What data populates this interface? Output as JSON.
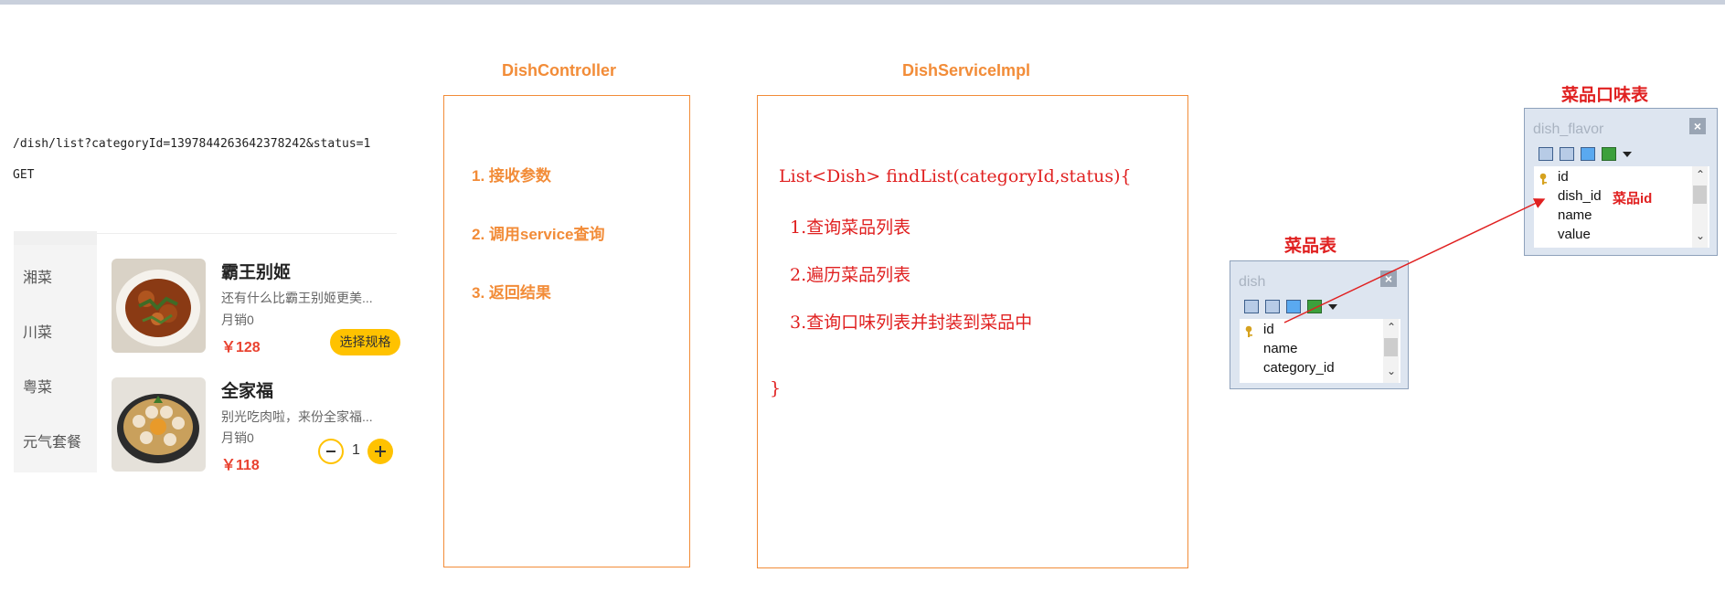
{
  "request": {
    "url": "/dish/list?categoryId=1397844263642378242&status=1",
    "method": "GET"
  },
  "menu": {
    "categories": [
      "湘菜",
      "川菜",
      "粤菜",
      "元气套餐"
    ],
    "dishes": [
      {
        "name": "霸王别姬",
        "desc": "还有什么比霸王别姬更美...",
        "sales": "月销0",
        "price": "￥128",
        "action": "选择规格"
      },
      {
        "name": "全家福",
        "desc": "别光吃肉啦，来份全家福...",
        "sales": "月销0",
        "price": "￥118",
        "quantity": "1"
      }
    ]
  },
  "controller": {
    "title": "DishController",
    "steps": [
      "1. 接收参数",
      "2. 调用service查询",
      "3. 返回结果"
    ]
  },
  "service": {
    "title": "DishServiceImpl",
    "signature": "List<Dish> findList(categoryId,status){",
    "steps": [
      "1.查询菜品列表",
      "2.遍历菜品列表",
      "3.查询口味列表并封装到菜品中"
    ],
    "close": "}"
  },
  "dish_table": {
    "caption": "菜品表",
    "name": "dish",
    "fields": [
      "id",
      "name",
      "category_id"
    ]
  },
  "flavor_table": {
    "caption": "菜品口味表",
    "name": "dish_flavor",
    "fields": [
      "id",
      "dish_id",
      "name",
      "value"
    ],
    "fk_label": "菜品id"
  },
  "colors": {
    "accent": "#f28c38",
    "red": "#e02020",
    "yellow": "#ffc200"
  }
}
